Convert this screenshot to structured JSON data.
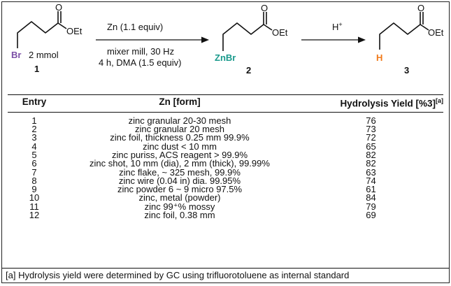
{
  "scheme": {
    "start": {
      "substituent": "Br",
      "amount": "2 mmol",
      "ester": "OEt",
      "label": "1",
      "oxygen": "O"
    },
    "step1": {
      "line1": "Zn (1.1 equiv)",
      "line2": "mixer mill, 30 Hz",
      "line3": "4 h, DMA (1.5 equiv)"
    },
    "intermediate": {
      "substituent": "ZnBr",
      "ester": "OEt",
      "label": "2",
      "oxygen": "O"
    },
    "step2": {
      "reagent": "H",
      "reagent_charge": "+"
    },
    "product": {
      "substituent": "H",
      "ester": "OEt",
      "label": "3",
      "oxygen": "O"
    },
    "colors": {
      "bromine": "#7b4fa6",
      "zinc": "#1a9a8c",
      "hydrogen": "#f07a1a",
      "ink": "#111111"
    }
  },
  "table": {
    "headers": {
      "entry": "Entry",
      "form": "Zn [form]",
      "yield": "Hydrolysis Yield [%3]",
      "yield_note": "[a]"
    },
    "rows": [
      {
        "entry": "1",
        "form": "zinc granular 20-30 mesh",
        "yield": "76"
      },
      {
        "entry": "2",
        "form": "zinc granular 20 mesh",
        "yield": "73"
      },
      {
        "entry": "3",
        "form": "zinc foil, thickness 0.25 mm 99.9%",
        "yield": "72"
      },
      {
        "entry": "4",
        "form": "zinc dust < 10 mm",
        "yield": "65"
      },
      {
        "entry": "5",
        "form": "zinc puriss, ACS reagent > 99.9%",
        "yield": "82"
      },
      {
        "entry": "6",
        "form": "zinc shot,  10 mm (dia), 2 mm (thick), 99.99%",
        "yield": "82"
      },
      {
        "entry": "7",
        "form": "zinc flake, ~ 325 mesh, 99.9%",
        "yield": "63"
      },
      {
        "entry": "8",
        "form": "zinc wire (0.04 in) dia. 99.95%",
        "yield": "74"
      },
      {
        "entry": "9",
        "form": "zinc powder 6 ~ 9 micro 97.5%",
        "yield": "61"
      },
      {
        "entry": "10",
        "form": "zinc, metal (powder)",
        "yield": "84"
      },
      {
        "entry": "11",
        "form": "zinc 99⁺% mossy",
        "yield": "79"
      },
      {
        "entry": "12",
        "form": "zinc foil, 0.38 mm",
        "yield": "69"
      }
    ]
  },
  "footnote": "[a] Hydrolysis yield were determined by GC using trifluorotoluene as internal standard"
}
